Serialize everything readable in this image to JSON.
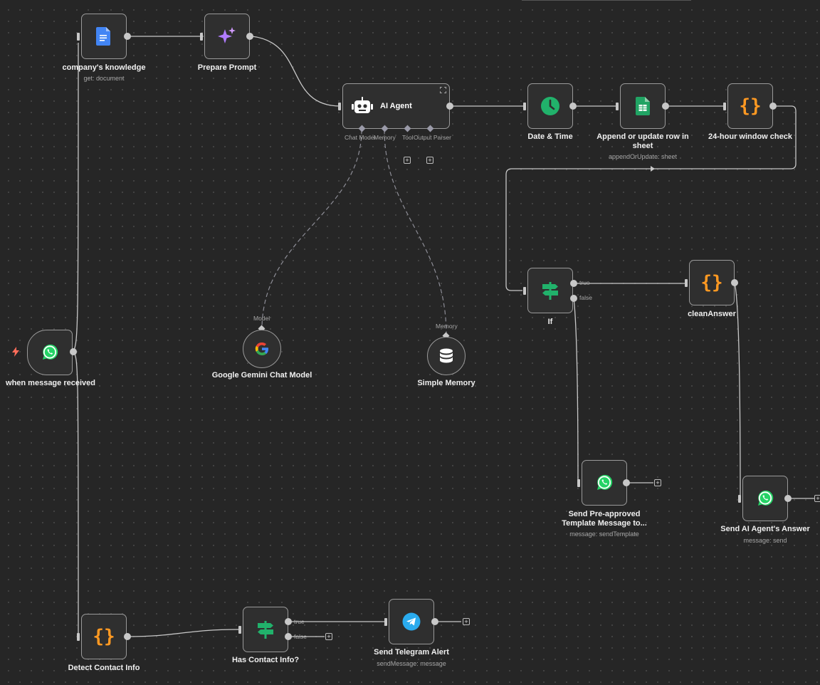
{
  "nodes": {
    "company_knowledge": {
      "label": "company's knowledge",
      "sub": "get: document",
      "icon": "google-docs-icon"
    },
    "prepare_prompt": {
      "label": "Prepare Prompt",
      "icon": "sparkles-icon"
    },
    "ai_agent": {
      "label": "AI Agent",
      "icon": "robot-icon",
      "ports": {
        "chat_model": "Chat Model",
        "memory": "Memory",
        "tool": "Tool",
        "output_parser": "Output Parser"
      }
    },
    "date_time": {
      "label": "Date & Time",
      "icon": "clock-icon"
    },
    "append_sheet": {
      "label": "Append or update row in sheet",
      "sub": "appendOrUpdate: sheet",
      "icon": "google-sheets-icon"
    },
    "window_check": {
      "label": "24-hour window check",
      "icon": "code-braces-icon"
    },
    "if_node": {
      "label": "If",
      "icon": "signpost-icon",
      "true_label": "true",
      "false_label": "false"
    },
    "clean_answer": {
      "label": "cleanAnswer",
      "icon": "code-braces-icon"
    },
    "gemini": {
      "label": "Google Gemini Chat Model",
      "port": "Model",
      "icon": "google-icon"
    },
    "simple_memory": {
      "label": "Simple Memory",
      "port": "Memory",
      "icon": "database-icon"
    },
    "trigger": {
      "label": "when message received",
      "icon": "whatsapp-icon"
    },
    "send_template": {
      "label": "Send Pre-approved Template Message to...",
      "sub": "message: sendTemplate",
      "icon": "whatsapp-icon"
    },
    "send_answer": {
      "label": "Send AI Agent's Answer",
      "sub": "message: send",
      "icon": "whatsapp-icon"
    },
    "detect_contact": {
      "label": "Detect Contact Info",
      "icon": "code-braces-icon"
    },
    "has_contact": {
      "label": "Has Contact Info?",
      "icon": "signpost-icon",
      "true_label": "true",
      "false_label": "false"
    },
    "telegram": {
      "label": "Send Telegram Alert",
      "sub": "sendMessage: message",
      "icon": "telegram-icon"
    }
  },
  "colors": {
    "background": "#262626",
    "node_fill": "#2f2f2f",
    "node_border": "#9a9a9a",
    "wire": "#c8c8c8",
    "code": "#ff9922",
    "whatsapp": "#25d366",
    "sheets": "#21a464",
    "docs": "#4285f4",
    "telegram": "#2aabee",
    "trigger": "#ff6d5a"
  }
}
